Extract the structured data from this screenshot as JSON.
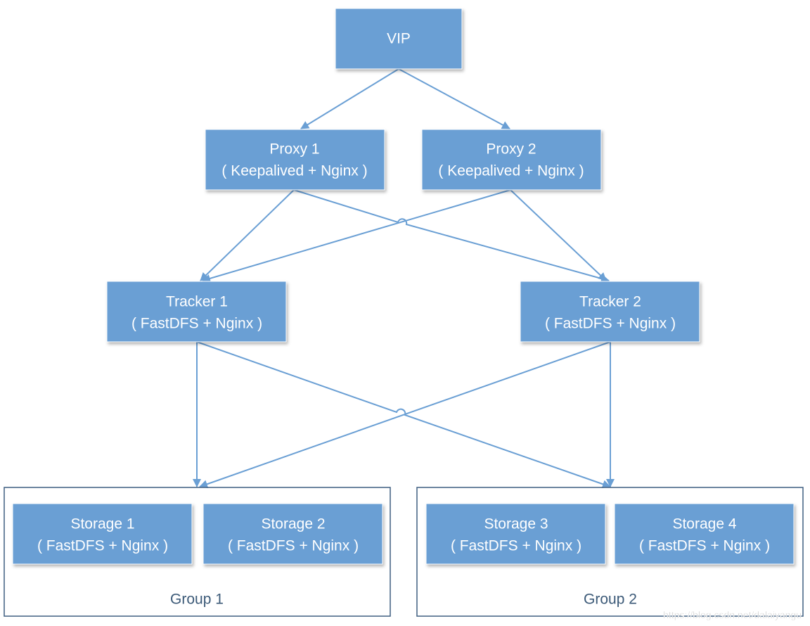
{
  "nodes": {
    "vip": {
      "line1": "VIP"
    },
    "proxy1": {
      "line1": "Proxy 1",
      "line2": "( Keepalived + Nginx )"
    },
    "proxy2": {
      "line1": "Proxy 2",
      "line2": "( Keepalived + Nginx )"
    },
    "tracker1": {
      "line1": "Tracker 1",
      "line2": "( FastDFS + Nginx )"
    },
    "tracker2": {
      "line1": "Tracker 2",
      "line2": "( FastDFS + Nginx )"
    },
    "storage1": {
      "line1": "Storage 1",
      "line2": "( FastDFS + Nginx )"
    },
    "storage2": {
      "line1": "Storage 2",
      "line2": "( FastDFS + Nginx )"
    },
    "storage3": {
      "line1": "Storage 3",
      "line2": "( FastDFS + Nginx )"
    },
    "storage4": {
      "line1": "Storage 4",
      "line2": "( FastDFS + Nginx )"
    }
  },
  "groups": {
    "group1": {
      "label": "Group 1"
    },
    "group2": {
      "label": "Group 2"
    }
  },
  "connections": [
    {
      "from": "VIP",
      "to": "Proxy 1"
    },
    {
      "from": "VIP",
      "to": "Proxy 2"
    },
    {
      "from": "Proxy 1",
      "to": "Tracker 1"
    },
    {
      "from": "Proxy 1",
      "to": "Tracker 2"
    },
    {
      "from": "Proxy 2",
      "to": "Tracker 1"
    },
    {
      "from": "Proxy 2",
      "to": "Tracker 2"
    },
    {
      "from": "Tracker 1",
      "to": "Group 1"
    },
    {
      "from": "Tracker 1",
      "to": "Group 2"
    },
    {
      "from": "Tracker 2",
      "to": "Group 1"
    },
    {
      "from": "Tracker 2",
      "to": "Group 2"
    }
  ],
  "watermark": "https://blog.csdn.net/dalaiyangu",
  "colors": {
    "node_fill": "#6a9fd4",
    "edge": "#6a9fd4",
    "group_border": "#3f5f80",
    "group_text": "#3c5a78",
    "node_text": "#ffffff"
  }
}
